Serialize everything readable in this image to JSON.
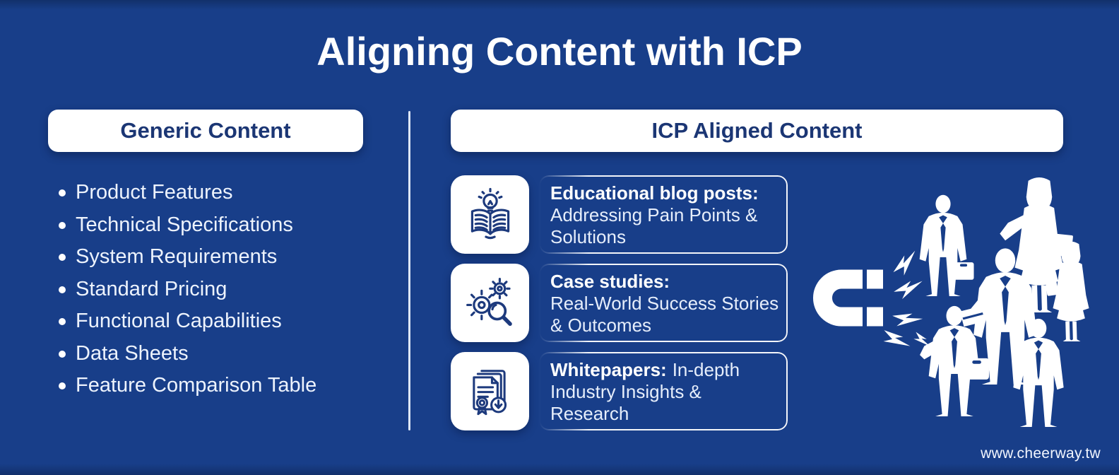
{
  "title": "Aligning Content with ICP",
  "watermark": "www.cheerway.tw",
  "colors": {
    "background": "#183e89",
    "pill_text_navy": "#1b3674",
    "icon_stroke_navy": "#1d3a7d",
    "list_text": "#edf3fd",
    "white": "#ffffff"
  },
  "generic_panel": {
    "header": "Generic Content",
    "items": [
      "Product Features",
      "Technical Specifications",
      "System Requirements",
      "Standard Pricing",
      "Functional Capabilities",
      "Data Sheets",
      "Feature Comparison Table"
    ]
  },
  "icp_panel": {
    "header": "ICP Aligned Content",
    "cards": [
      {
        "icon": "book-lightbulb-icon",
        "title": "Educational blog posts:",
        "description": "Addressing Pain Points &\nSolutions"
      },
      {
        "icon": "gears-magnifier-icon",
        "title": "Case studies:",
        "description": "Real-World Success Stories\n& Outcomes"
      },
      {
        "icon": "certificate-download-icon",
        "title": "Whitepapers:",
        "description": "In-depth\nIndustry Insights & Research"
      }
    ]
  },
  "illustration": {
    "magnet": "magnet-icon",
    "bolts": "lightning-bolt-icon",
    "people": "business-people-silhouettes"
  }
}
